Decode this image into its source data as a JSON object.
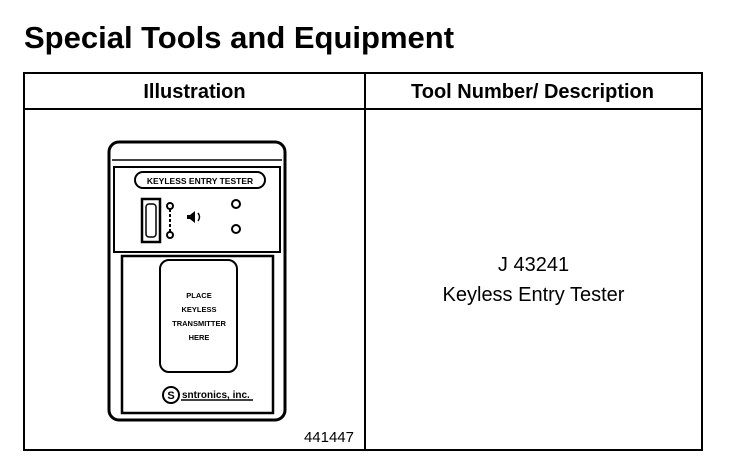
{
  "title": "Special Tools and Equipment",
  "table": {
    "headers": [
      "Illustration",
      "Tool Number/ Description"
    ],
    "rows": [
      {
        "illustration": {
          "device_label": "KEYLESS ENTRY TESTER",
          "window_text": [
            "PLACE",
            "KEYLESS",
            "TRANSMITTER",
            "HERE"
          ],
          "brand": "sntronics, inc.",
          "figure_number": "441447"
        },
        "tool_number": "J 43241",
        "description": "Keyless Entry Tester"
      }
    ]
  }
}
